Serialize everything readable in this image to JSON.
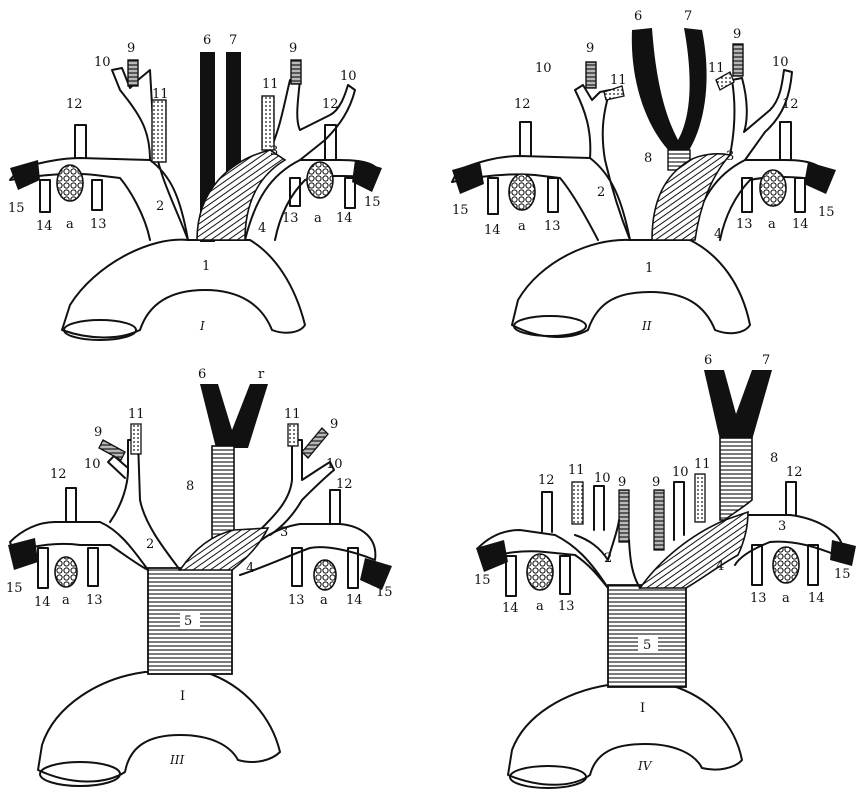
{
  "colors": {
    "ink": "#111111",
    "paper": "#ffffff"
  },
  "panels": [
    {
      "numeral": "I",
      "labels": {
        "n1": "1",
        "n2": "2",
        "n3": "3",
        "n4": "4",
        "n6": "6",
        "n7": "7",
        "n9L": "9",
        "n9R": "9",
        "n10L": "10",
        "n10R": "10",
        "n11L": "11",
        "n11R": "11",
        "n12L": "12",
        "n12R": "12",
        "n13L": "13",
        "n13R": "13",
        "n14L": "14",
        "n14R": "14",
        "n15L": "15",
        "n15R": "15",
        "aL": "a",
        "aR": "a"
      }
    },
    {
      "numeral": "II",
      "labels": {
        "n1": "1",
        "n2": "2",
        "n3": "3",
        "n4": "4",
        "n6": "6",
        "n7": "7",
        "n8": "8",
        "n9L": "9",
        "n9R": "9",
        "n10L": "10",
        "n10R": "10",
        "n11L": "11",
        "n11R": "11",
        "n12L": "12",
        "n12R": "12",
        "n13L": "13",
        "n13R": "13",
        "n14L": "14",
        "n14R": "14",
        "n15L": "15",
        "n15R": "15",
        "aL": "a",
        "aR": "a"
      }
    },
    {
      "numeral": "III",
      "labels": {
        "n1": "I",
        "n2": "2",
        "n3": "3",
        "n4": "4",
        "n5": "5",
        "n6": "6",
        "n7": "r",
        "n8": "8",
        "n9L": "9",
        "n9R": "9",
        "n10L": "10",
        "n10R": "10",
        "n11L": "11",
        "n11R": "11",
        "n12L": "12",
        "n12R": "12",
        "n13L": "13",
        "n13R": "13",
        "n14L": "14",
        "n14R": "14",
        "n15L": "15",
        "n15R": "15",
        "aL": "a",
        "aR": "a"
      }
    },
    {
      "numeral": "IV",
      "labels": {
        "n1": "I",
        "n2": "2",
        "n3": "3",
        "n4": "4",
        "n5": "5",
        "n6": "6",
        "n7": "7",
        "n8": "8",
        "n9L": "9",
        "n9R": "9",
        "n10L": "10",
        "n10R": "10",
        "n11L": "11",
        "n11R": "11",
        "n12L": "12",
        "n12R": "12",
        "n13L": "13",
        "n13R": "13",
        "n14L": "14",
        "n14R": "14",
        "n15L": "15",
        "n15R": "15",
        "aL": "a",
        "aR": "a"
      }
    }
  ]
}
